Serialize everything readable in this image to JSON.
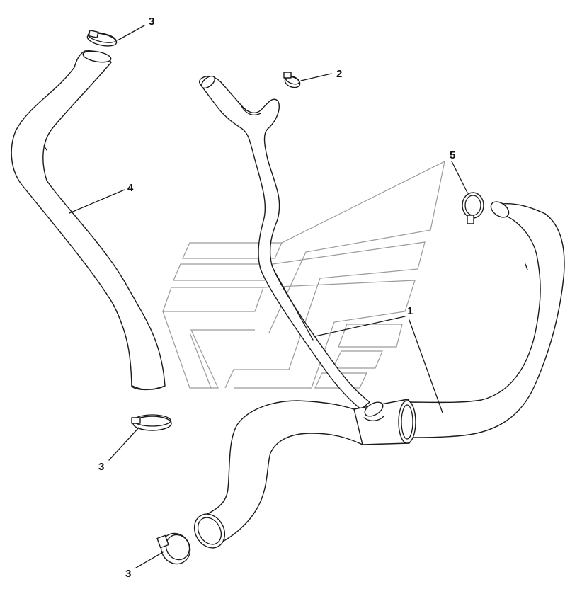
{
  "callouts": {
    "c1": "1",
    "c2": "2",
    "c3_top": "3",
    "c3_mid": "3",
    "c3_bottom": "3",
    "c4": "4",
    "c5": "5"
  }
}
